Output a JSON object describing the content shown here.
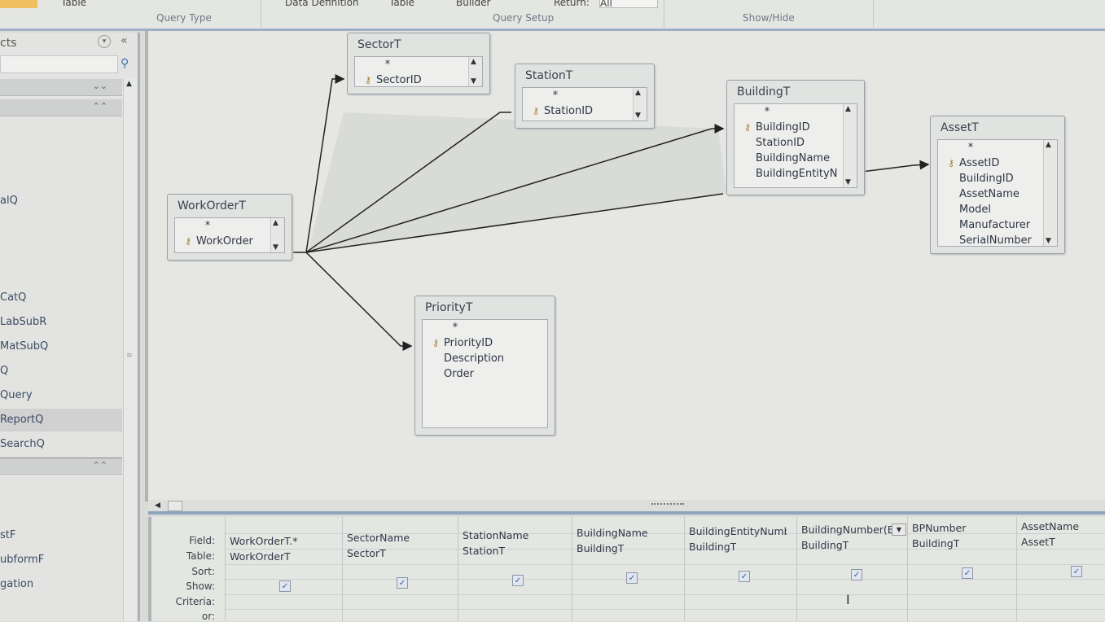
{
  "ribbon": {
    "partial_labels": [
      "Table",
      "Data Definition",
      "Table",
      "Builder",
      "Return:",
      "All"
    ],
    "groups": [
      "Query Type",
      "Query Setup",
      "Show/Hide"
    ]
  },
  "nav": {
    "title": "cts",
    "search_icon": "search-icon",
    "items_group1": [
      "alQ",
      "CatQ",
      "LabSubR",
      "MatSubQ",
      "Q",
      "Query",
      "ReportQ",
      "SearchQ"
    ],
    "selected": "ReportQ",
    "items_group2": [
      "stF",
      "ubformF",
      "gation"
    ]
  },
  "tables": {
    "sector": {
      "name": "SectorT",
      "fields": [
        "*",
        "SectorID"
      ]
    },
    "station": {
      "name": "StationT",
      "fields": [
        "*",
        "StationID"
      ]
    },
    "building": {
      "name": "BuildingT",
      "fields": [
        "*",
        "BuildingID",
        "StationID",
        "BuildingName",
        "BuildingEntityN"
      ]
    },
    "asset": {
      "name": "AssetT",
      "fields": [
        "*",
        "AssetID",
        "BuildingID",
        "AssetName",
        "Model",
        "Manufacturer",
        "SerialNumber"
      ]
    },
    "workorder": {
      "name": "WorkOrderT",
      "fields": [
        "*",
        "WorkOrder"
      ]
    },
    "priority": {
      "name": "PriorityT",
      "fields": [
        "*",
        "PriorityID",
        "Description",
        "Order"
      ]
    }
  },
  "grid": {
    "row_labels": [
      "Field:",
      "Table:",
      "Sort:",
      "Show:",
      "Criteria:",
      "or:"
    ],
    "columns": [
      {
        "field": "WorkOrderT.*",
        "table": "WorkOrderT",
        "show": true
      },
      {
        "field": "SectorName",
        "table": "SectorT",
        "show": true
      },
      {
        "field": "StationName",
        "table": "StationT",
        "show": true
      },
      {
        "field": "BuildingName",
        "table": "BuildingT",
        "show": true
      },
      {
        "field": "BuildingEntityNumbe",
        "table": "BuildingT",
        "show": true
      },
      {
        "field": "BuildingNumber(E",
        "table": "BuildingT",
        "show": true
      },
      {
        "field": "BPNumber",
        "table": "BuildingT",
        "show": true
      },
      {
        "field": "AssetName",
        "table": "AssetT",
        "show": true
      }
    ]
  }
}
